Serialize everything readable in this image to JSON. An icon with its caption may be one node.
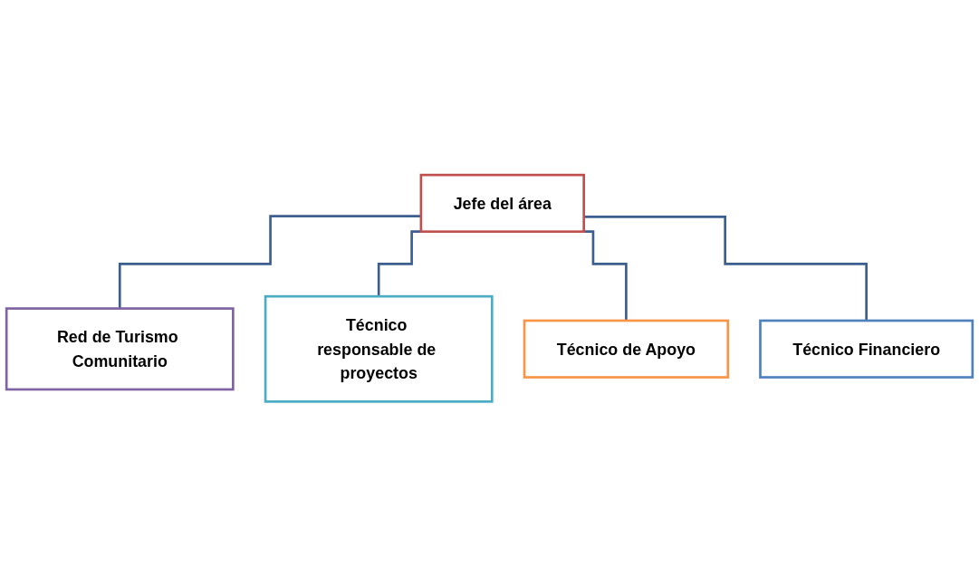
{
  "diagram": {
    "nodes": [
      {
        "text": [
          "Jefe del área"
        ]
      },
      {
        "text": [
          "Red de Turismo Comunitario"
        ]
      },
      {
        "text": [
          "Técnico responsable de proyectos"
        ]
      },
      {
        "text": [
          "Técnico de Apoyo"
        ]
      },
      {
        "text": [
          "Técnico Financiero"
        ]
      }
    ],
    "edges": [
      {
        "from": 0,
        "to": 1,
        "arrow": "none"
      },
      {
        "from": 0,
        "to": 2,
        "arrow": "none"
      },
      {
        "from": 0,
        "to": 3,
        "arrow": "none"
      },
      {
        "from": 0,
        "to": 4,
        "arrow": "none"
      }
    ]
  }
}
